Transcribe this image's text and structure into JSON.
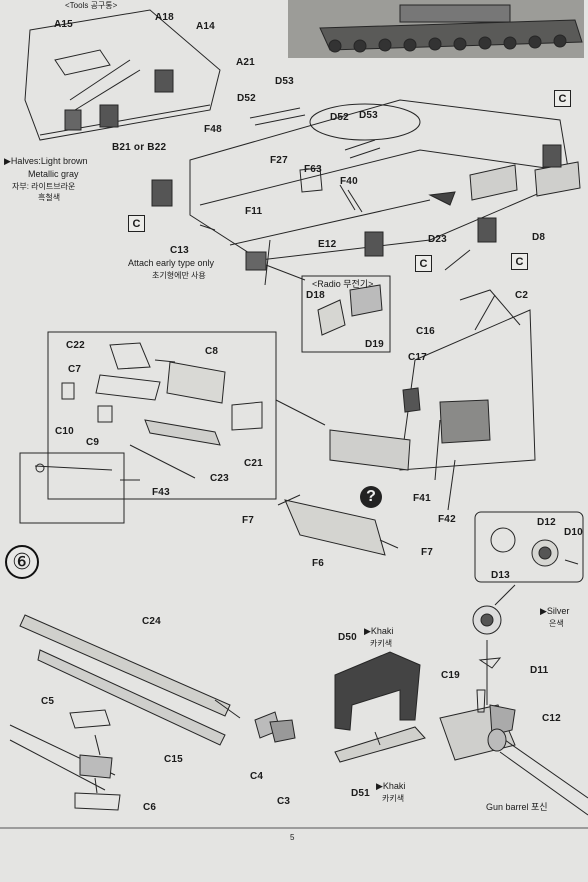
{
  "tools_label": "<Tools 공구통>",
  "step_number": "⑥",
  "colors": {
    "paper": "#e4e4e2",
    "ink": "#1b1b1b"
  },
  "halves_note": {
    "line1": "▶Halves:Light brown",
    "line2": "Metallic gray",
    "line3": "자부: 라이트브라운",
    "line4": "흑철색"
  },
  "attach_note": {
    "line1": "Attach early type only",
    "line2": "초기형에만 사용"
  },
  "radio_label": "<Radio 무전기>",
  "callout_c": "C",
  "parts": {
    "A15": "A15",
    "A18": "A18",
    "A14": "A14",
    "A21": "A21",
    "B21_or_B22": "B21 or B22",
    "F48": "F48",
    "D52a": "D52",
    "D53a": "D53",
    "D52b": "D52",
    "D53b": "D53",
    "F27": "F27",
    "F63": "F63",
    "F40": "F40",
    "F11": "F11",
    "C13": "C13",
    "E12": "E12",
    "D23": "D23",
    "D8": "D8",
    "D18": "D18",
    "D19": "D19",
    "C2": "C2",
    "C16": "C16",
    "C17": "C17",
    "C22": "C22",
    "C8": "C8",
    "C7": "C7",
    "C10": "C10",
    "C9": "C9",
    "C23": "C23",
    "C21": "C21",
    "F43": "F43",
    "F41": "F41",
    "F42": "F42",
    "F7a": "F7",
    "F7b": "F7",
    "F6": "F6",
    "D12": "D12",
    "D10": "D10",
    "D13": "D13",
    "C24": "C24",
    "C5": "C5",
    "C15": "C15",
    "C6": "C6",
    "C4": "C4",
    "C3": "C3",
    "D50": "D50",
    "D51": "D51",
    "C19": "C19",
    "D11": "D11",
    "C12": "C12"
  },
  "khaki_a": {
    "en": "▶Khaki",
    "ko": "카키색"
  },
  "khaki_b": {
    "en": "▶Khaki",
    "ko": "카키색"
  },
  "silver": {
    "en": "▶Silver",
    "ko": "은색"
  },
  "gun_barrel": "Gun barrel 포신",
  "page_number": "5"
}
